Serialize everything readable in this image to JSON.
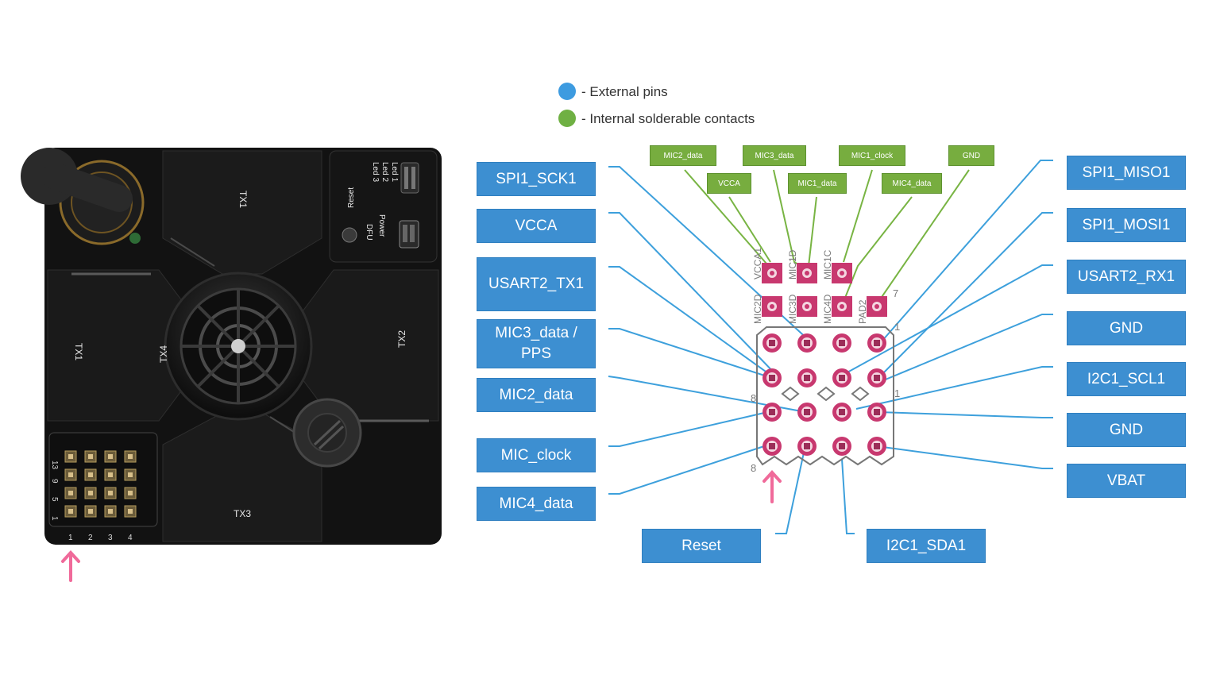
{
  "legend": [
    {
      "label": "- External pins",
      "color": "#3d9be0"
    },
    {
      "label": "- Internal solderable contacts",
      "color": "#6fb043"
    }
  ],
  "colors": {
    "pin_box": "#3d8fd1",
    "contact_box": "#77ad3f",
    "pad": "#c8386f",
    "arrow": "#f06a9a",
    "board": "#121212"
  },
  "board": {
    "tx_labels": [
      "TX1",
      "TX2",
      "TX3",
      "TX4",
      "TX1"
    ],
    "led_labels": [
      "Led 3",
      "Led 2",
      "Led 1"
    ],
    "misc_labels": [
      "Reset",
      "DFU",
      "Power"
    ],
    "header_numbers_bottom": [
      "1",
      "2",
      "3",
      "4"
    ],
    "header_numbers_side": [
      "13",
      "9",
      "5",
      "1"
    ]
  },
  "left_labels": [
    "SPI1_SCK1",
    "VCCA",
    "USART2_TX1",
    "MIC3_data /\nPPS",
    "MIC2_data",
    "MIC_clock",
    "MIC4_data"
  ],
  "right_labels": [
    "SPI1_MISO1",
    "SPI1_MOSI1",
    "USART2_RX1",
    "GND",
    "I2C1_SCL1",
    "GND",
    "VBAT"
  ],
  "bottom_labels": [
    "Reset",
    "I2C1_SDA1"
  ],
  "internal_contacts": [
    "MIC2_data",
    "MIC3_data",
    "MIC1_clock",
    "GND",
    "VCCA",
    "MIC1_data",
    "MIC4_data"
  ],
  "pad_labels": [
    "MIC2D",
    "VCCA1",
    "MIC3D",
    "MIC1D",
    "MIC4D",
    "MIC1C",
    "PAD2"
  ],
  "pin_numbers": [
    "1",
    "8",
    "1",
    "8",
    "7"
  ]
}
